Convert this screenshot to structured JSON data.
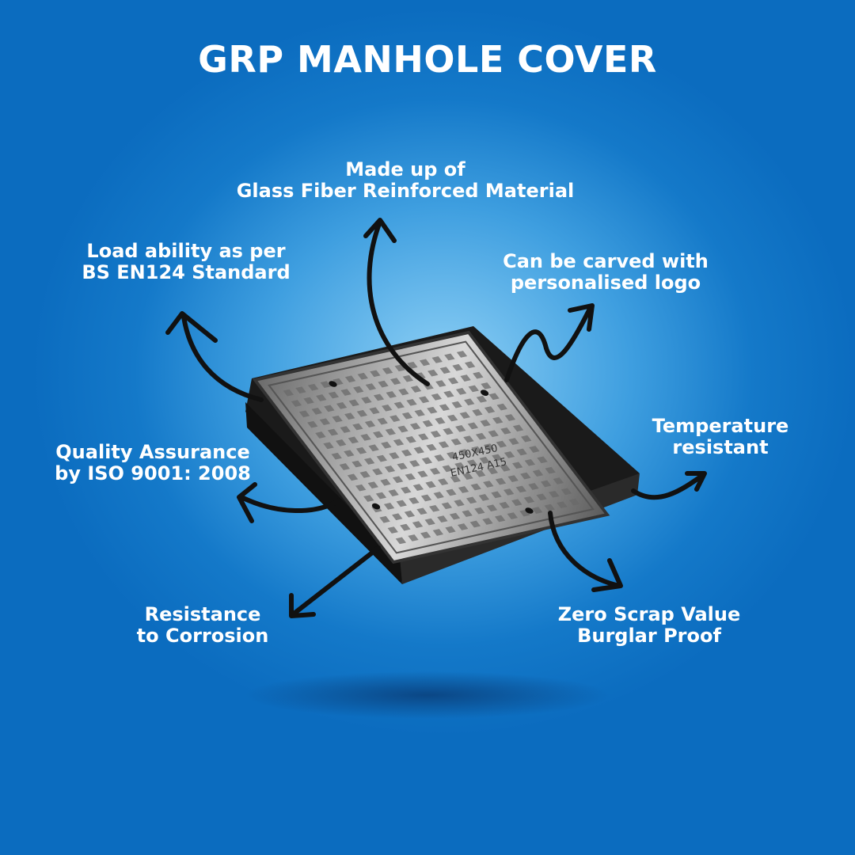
{
  "title": "GRP MANHOLE COVER",
  "features": {
    "material": [
      "Made up of",
      "Glass Fiber Reinforced Material"
    ],
    "load": [
      "Load ability as per",
      "BS EN124 Standard"
    ],
    "logo": [
      "Can be carved with",
      "personalised logo"
    ],
    "temperature": [
      "Temperature",
      "resistant"
    ],
    "quality": [
      "Quality Assurance",
      "by ISO 9001: 2008"
    ],
    "corrosion": [
      "Resistance",
      "to Corrosion"
    ],
    "scrap": [
      "Zero Scrap Value",
      "Burglar Proof"
    ]
  },
  "cover_marking": [
    "450X450",
    "EN124 A15"
  ],
  "colors": {
    "background": "#1479c9",
    "text": "#ffffff",
    "arrow": "#111111"
  }
}
